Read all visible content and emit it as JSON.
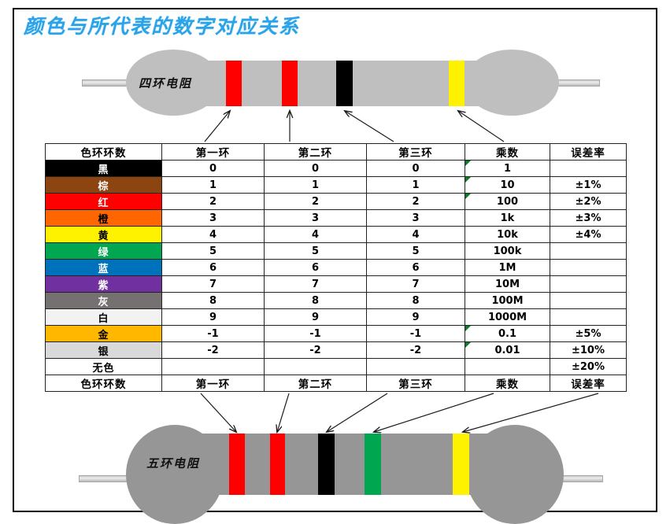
{
  "title": "颜色与所代表的数字对应关系",
  "resistor_four": {
    "label": "四环电阻",
    "bands": [
      "红",
      "红",
      "黑",
      "黄"
    ],
    "band_colors": [
      "#FF0000",
      "#FF0000",
      "#000000",
      "#FFF200"
    ],
    "body_color": "#BFBFBF"
  },
  "resistor_five": {
    "label": "五环电阻",
    "bands": [
      "红",
      "红",
      "黑",
      "绿",
      "黄"
    ],
    "band_colors": [
      "#FF0000",
      "#FF0000",
      "#000000",
      "#00A650",
      "#FFF200"
    ],
    "body_color": "#969696"
  },
  "table": {
    "headers": [
      "色环环数",
      "第一环",
      "第二环",
      "第三环",
      "乘数",
      "误差率"
    ],
    "footers": [
      "色环环数",
      "第一环",
      "第二环",
      "第三环",
      "乘数",
      "误差率"
    ],
    "rows": [
      {
        "name": "黑",
        "bg": "#000000",
        "fg": "#FFFFFF",
        "b1": "0",
        "b2": "0",
        "b3": "0",
        "mult": "1",
        "tol": "",
        "flag": true
      },
      {
        "name": "棕",
        "bg": "#8C4510",
        "fg": "#FFFFFF",
        "b1": "1",
        "b2": "1",
        "b3": "1",
        "mult": "10",
        "tol": "±1%",
        "flag": true
      },
      {
        "name": "红",
        "bg": "#FF0000",
        "fg": "#FFFFFF",
        "b1": "2",
        "b2": "2",
        "b3": "2",
        "mult": "100",
        "tol": "±2%",
        "flag": true
      },
      {
        "name": "橙",
        "bg": "#FF6600",
        "fg": "#000000",
        "b1": "3",
        "b2": "3",
        "b3": "3",
        "mult": "1k",
        "tol": "±3%",
        "flag": false
      },
      {
        "name": "黄",
        "bg": "#FFF200",
        "fg": "#000000",
        "b1": "4",
        "b2": "4",
        "b3": "4",
        "mult": "10k",
        "tol": "±4%",
        "flag": false
      },
      {
        "name": "绿",
        "bg": "#00A650",
        "fg": "#FFFFFF",
        "b1": "5",
        "b2": "5",
        "b3": "5",
        "mult": "100k",
        "tol": "",
        "flag": false
      },
      {
        "name": "蓝",
        "bg": "#0072BC",
        "fg": "#FFFFFF",
        "b1": "6",
        "b2": "6",
        "b3": "6",
        "mult": "1M",
        "tol": "",
        "flag": false
      },
      {
        "name": "紫",
        "bg": "#7030A0",
        "fg": "#FFFFFF",
        "b1": "7",
        "b2": "7",
        "b3": "7",
        "mult": "10M",
        "tol": "",
        "flag": false
      },
      {
        "name": "灰",
        "bg": "#767171",
        "fg": "#FFFFFF",
        "b1": "8",
        "b2": "8",
        "b3": "8",
        "mult": "100M",
        "tol": "",
        "flag": false
      },
      {
        "name": "白",
        "bg": "#F2F2F2",
        "fg": "#000000",
        "b1": "9",
        "b2": "9",
        "b3": "9",
        "mult": "1000M",
        "tol": "",
        "flag": false
      },
      {
        "name": "金",
        "bg": "#FFB700",
        "fg": "#000000",
        "b1": "-1",
        "b2": "-1",
        "b3": "-1",
        "mult": "0.1",
        "tol": "±5%",
        "flag": true
      },
      {
        "name": "银",
        "bg": "#D9D9D9",
        "fg": "#000000",
        "b1": "-2",
        "b2": "-2",
        "b3": "-2",
        "mult": "0.01",
        "tol": "±10%",
        "flag": true
      },
      {
        "name": "无色",
        "bg": "#FFFFFF",
        "fg": "#000000",
        "b1": "",
        "b2": "",
        "b3": "",
        "mult": "",
        "tol": "±20%",
        "flag": false
      }
    ]
  }
}
